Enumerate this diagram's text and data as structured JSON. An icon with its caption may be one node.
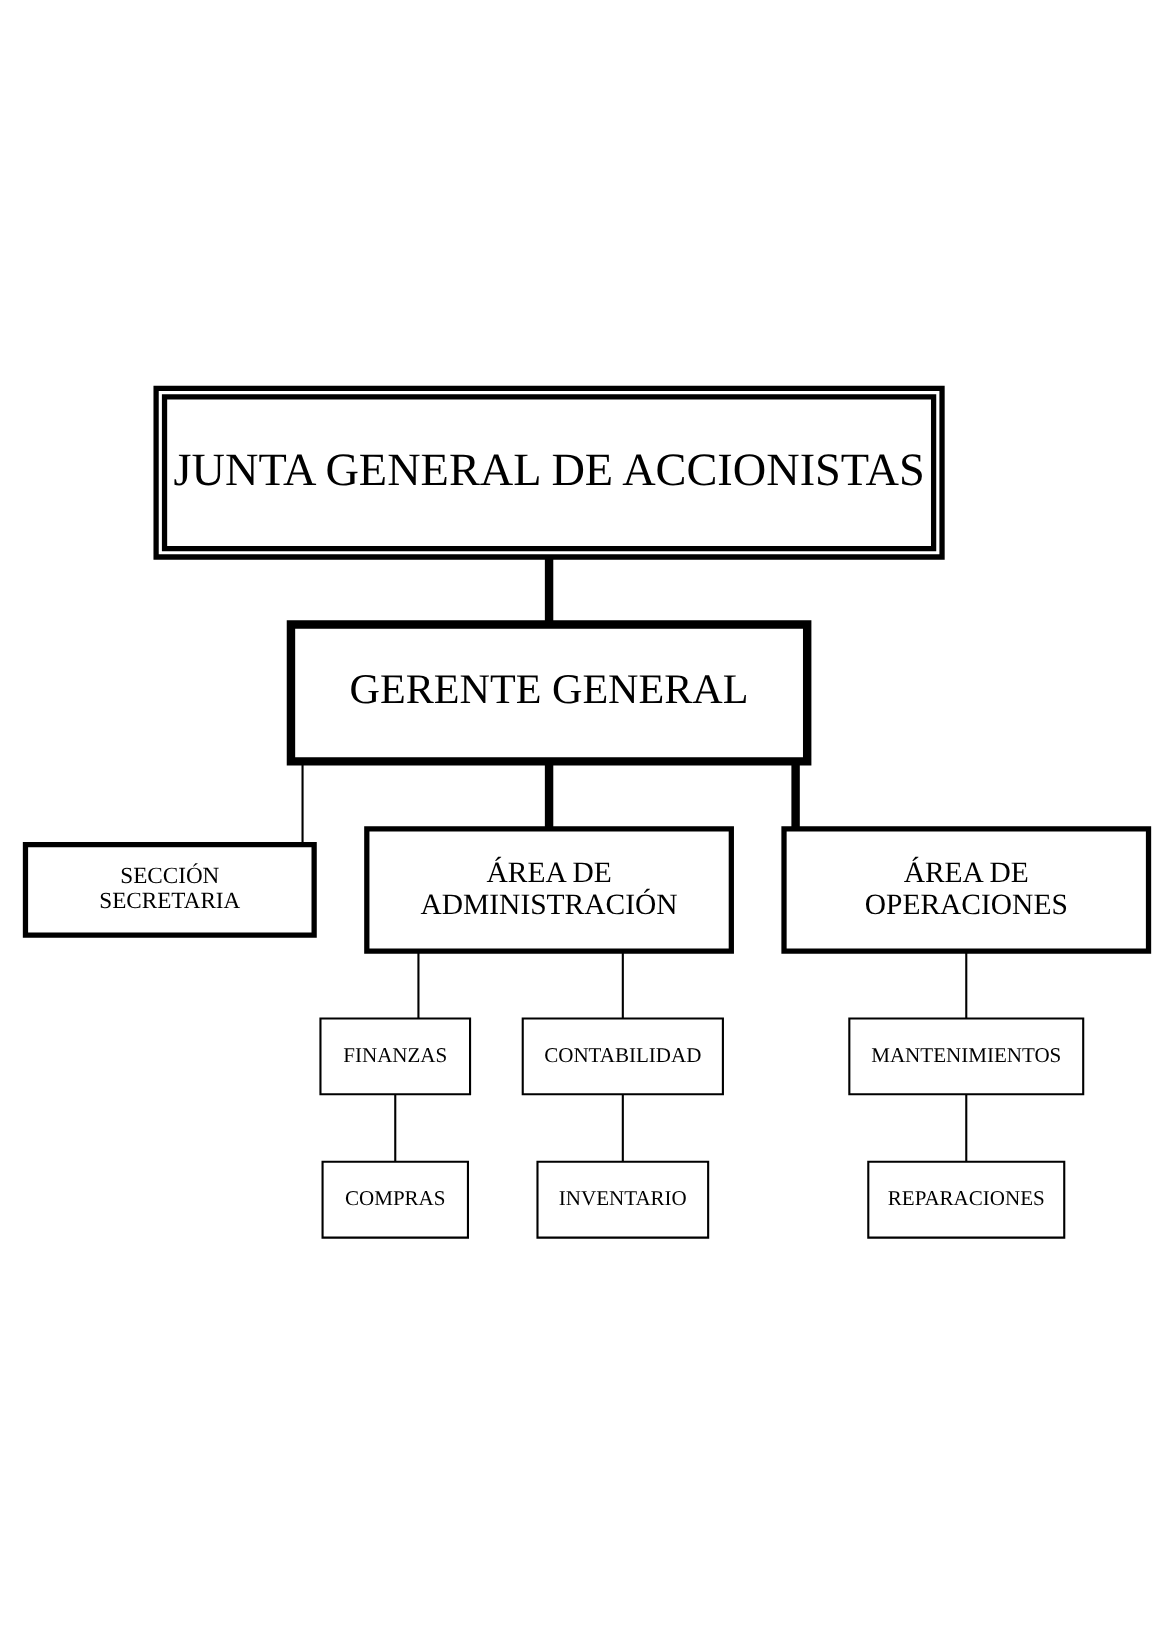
{
  "diagram": {
    "nodes": [
      {
        "text": [
          "JUNTA GENERAL DE ACCIONISTAS"
        ]
      },
      {
        "text": [
          "GERENTE GENERAL"
        ]
      },
      {
        "text": [
          "SECCIÓN SECRETARIA"
        ]
      },
      {
        "text": [
          "ÁREA DE ADMINISTRACIÓN"
        ]
      },
      {
        "text": [
          "ÁREA DE OPERACIONES"
        ]
      },
      {
        "text": [
          "FINANZAS"
        ]
      },
      {
        "text": [
          "CONTABILIDAD"
        ]
      },
      {
        "text": [
          "COMPRAS"
        ]
      },
      {
        "text": [
          "INVENTARIO"
        ]
      },
      {
        "text": [
          "MANTENIMIENTOS"
        ]
      },
      {
        "text": [
          "REPARACIONES"
        ]
      }
    ],
    "edges": [
      {
        "from": 0,
        "to": 1,
        "arrow": "none",
        "style": "thick"
      },
      {
        "from": 1,
        "to": 2,
        "arrow": "none"
      },
      {
        "from": 1,
        "to": 3,
        "arrow": "none",
        "style": "thick"
      },
      {
        "from": 1,
        "to": 4,
        "arrow": "none",
        "style": "thick"
      },
      {
        "from": 3,
        "to": 5,
        "arrow": "none"
      },
      {
        "from": 3,
        "to": 6,
        "arrow": "none"
      },
      {
        "from": 5,
        "to": 7,
        "arrow": "none"
      },
      {
        "from": 6,
        "to": 8,
        "arrow": "none"
      },
      {
        "from": 4,
        "to": 9,
        "arrow": "none"
      },
      {
        "from": 9,
        "to": 10,
        "arrow": "none"
      }
    ]
  }
}
